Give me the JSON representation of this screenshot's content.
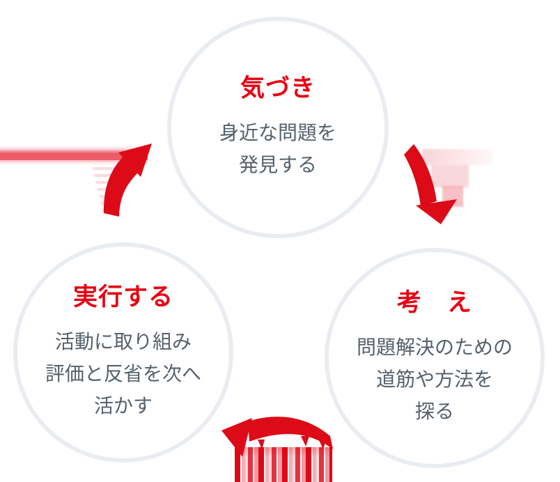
{
  "colors": {
    "accent_red": "#e60012",
    "arrow_red": "#dd0a17",
    "body_text": "#56616c",
    "circle_border": "#e9edf1",
    "background": "#ffffff",
    "glitch_stripe_strong": "#ec5d68",
    "glitch_stripe_light": "#f8ccd1"
  },
  "nodes": {
    "awareness": {
      "title": "気づき",
      "lines": [
        "身近な問題を",
        "発見する"
      ]
    },
    "thinking": {
      "title": "考　え",
      "lines": [
        "問題解決のための",
        "道筋や方法を",
        "探る"
      ]
    },
    "action": {
      "title": "実行する",
      "lines": [
        "活動に取り組み",
        "評価と反省を次へ",
        "活かす"
      ]
    }
  },
  "arrows": [
    {
      "name": "awareness-to-thinking",
      "glyph": "curved-arrow-down"
    },
    {
      "name": "thinking-to-action",
      "glyph": "curved-arrow-left"
    },
    {
      "name": "action-to-awareness",
      "glyph": "curved-arrow-up-right"
    }
  ]
}
